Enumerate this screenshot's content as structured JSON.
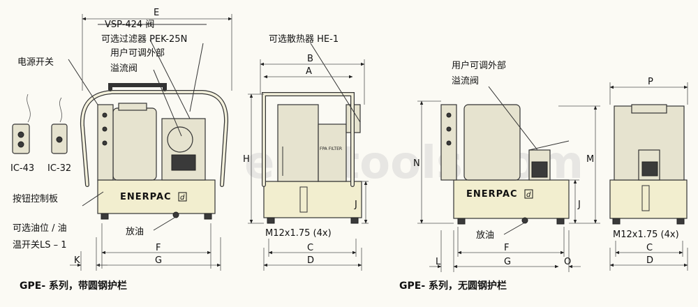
{
  "brand": "ENERPAC",
  "brand_mark": "d",
  "watermark": "enntools.com",
  "left_view": {
    "labels": {
      "vsp": "VSP-424 阀",
      "filter": "可选过滤器 PEK-25N",
      "relief_1": "用户可调外部",
      "relief_2": "溢流阀",
      "power_switch": "电源开关",
      "pendant_1": "IC-43",
      "pendant_2": "IC-32",
      "button_panel": "按钮控制板",
      "oil_level_1": "可选油位 / 油",
      "oil_level_2": "温开关LS – 1",
      "drain": "放油"
    },
    "dims": {
      "e": "E",
      "f": "F",
      "g": "G",
      "k": "K"
    },
    "caption": "GPE- 系列，带圆钢护栏"
  },
  "left_side_view": {
    "labels": {
      "cooler": "可选散热器 HE-1",
      "filter_text": "FPA FILTER",
      "thread": "M12x1.75 (4x)"
    },
    "dims": {
      "a": "A",
      "b": "B",
      "c": "C",
      "d": "D",
      "h": "H",
      "j": "J"
    }
  },
  "right_view": {
    "labels": {
      "relief_1": "用户可调外部",
      "relief_2": "溢流阀",
      "drain": "放油"
    },
    "dims": {
      "f": "F",
      "g": "G",
      "j": "J",
      "l": "L",
      "m": "M",
      "n": "N",
      "o": "O"
    },
    "caption": "GPE- 系列，无圆钢护栏"
  },
  "right_side_view": {
    "labels": {
      "thread": "M12x1.75 (4x)"
    },
    "dims": {
      "p": "P",
      "c": "C",
      "d": "D"
    }
  },
  "colors": {
    "tank": "#f2eecf",
    "frame": "#333333"
  }
}
